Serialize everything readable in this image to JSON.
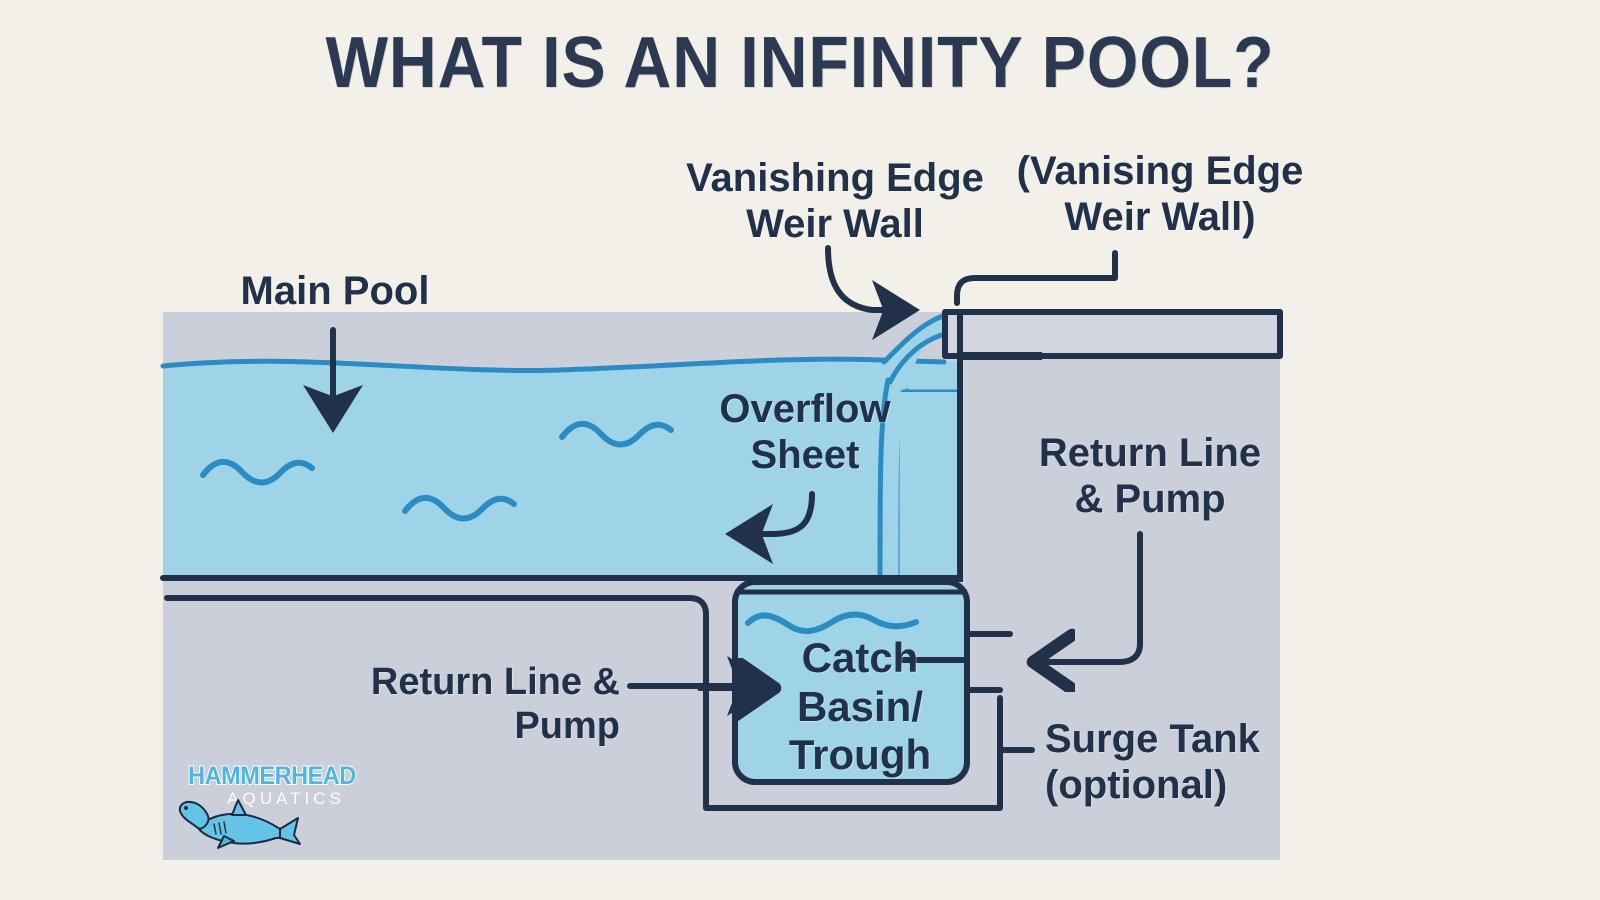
{
  "page": {
    "title": "WHAT IS AN INFINITY POOL?",
    "background_color": "#f2f0e8",
    "ink_color": "#22314a"
  },
  "colors": {
    "background": "#f2f0e8",
    "ink": "#22314a",
    "water_fill": "#9ed3e8",
    "water_line": "#2b8cc4",
    "ground_fill": "#cbcfd9",
    "ground_top": "#d3d6de",
    "logo_blue": "#4fb4e0",
    "logo_white": "#ffffff"
  },
  "labels": {
    "vanishing_edge": "Vanishing Edge\nWeir Wall",
    "vanishing_edge_alt": "(Vanising Edge\nWeir Wall)",
    "main_pool": "Main Pool",
    "overflow_sheet": "Overflow\nSheet",
    "return_line_right": "Return Line\n& Pump",
    "return_line_left": "Return Line & Pump",
    "catch_basin": "Catch\nBasin/\nTrough",
    "surge_tank": "Surge Tank\n(optional)"
  },
  "logo": {
    "wordmark": "HAMMERHEAD",
    "sub": "AQUATICS",
    "icon": "hammerhead-shark-icon"
  },
  "diagram": {
    "type": "cross-section-illustration",
    "subject": "infinity pool (vanishing edge pool) cross section",
    "components": [
      {
        "name": "main-pool",
        "label": "Main Pool",
        "fill": "#9ed3e8"
      },
      {
        "name": "vanishing-edge-weir-wall",
        "label": "Vanishing Edge Weir Wall"
      },
      {
        "name": "overflow-sheet",
        "label": "Overflow Sheet"
      },
      {
        "name": "catch-basin-trough",
        "label": "Catch Basin/ Trough",
        "fill": "#9ed3e8"
      },
      {
        "name": "return-line-and-pump",
        "label": "Return Line & Pump"
      },
      {
        "name": "surge-tank",
        "label": "Surge Tank (optional)"
      },
      {
        "name": "ground-soil",
        "label": "",
        "fill": "#cbcfd9"
      }
    ]
  }
}
